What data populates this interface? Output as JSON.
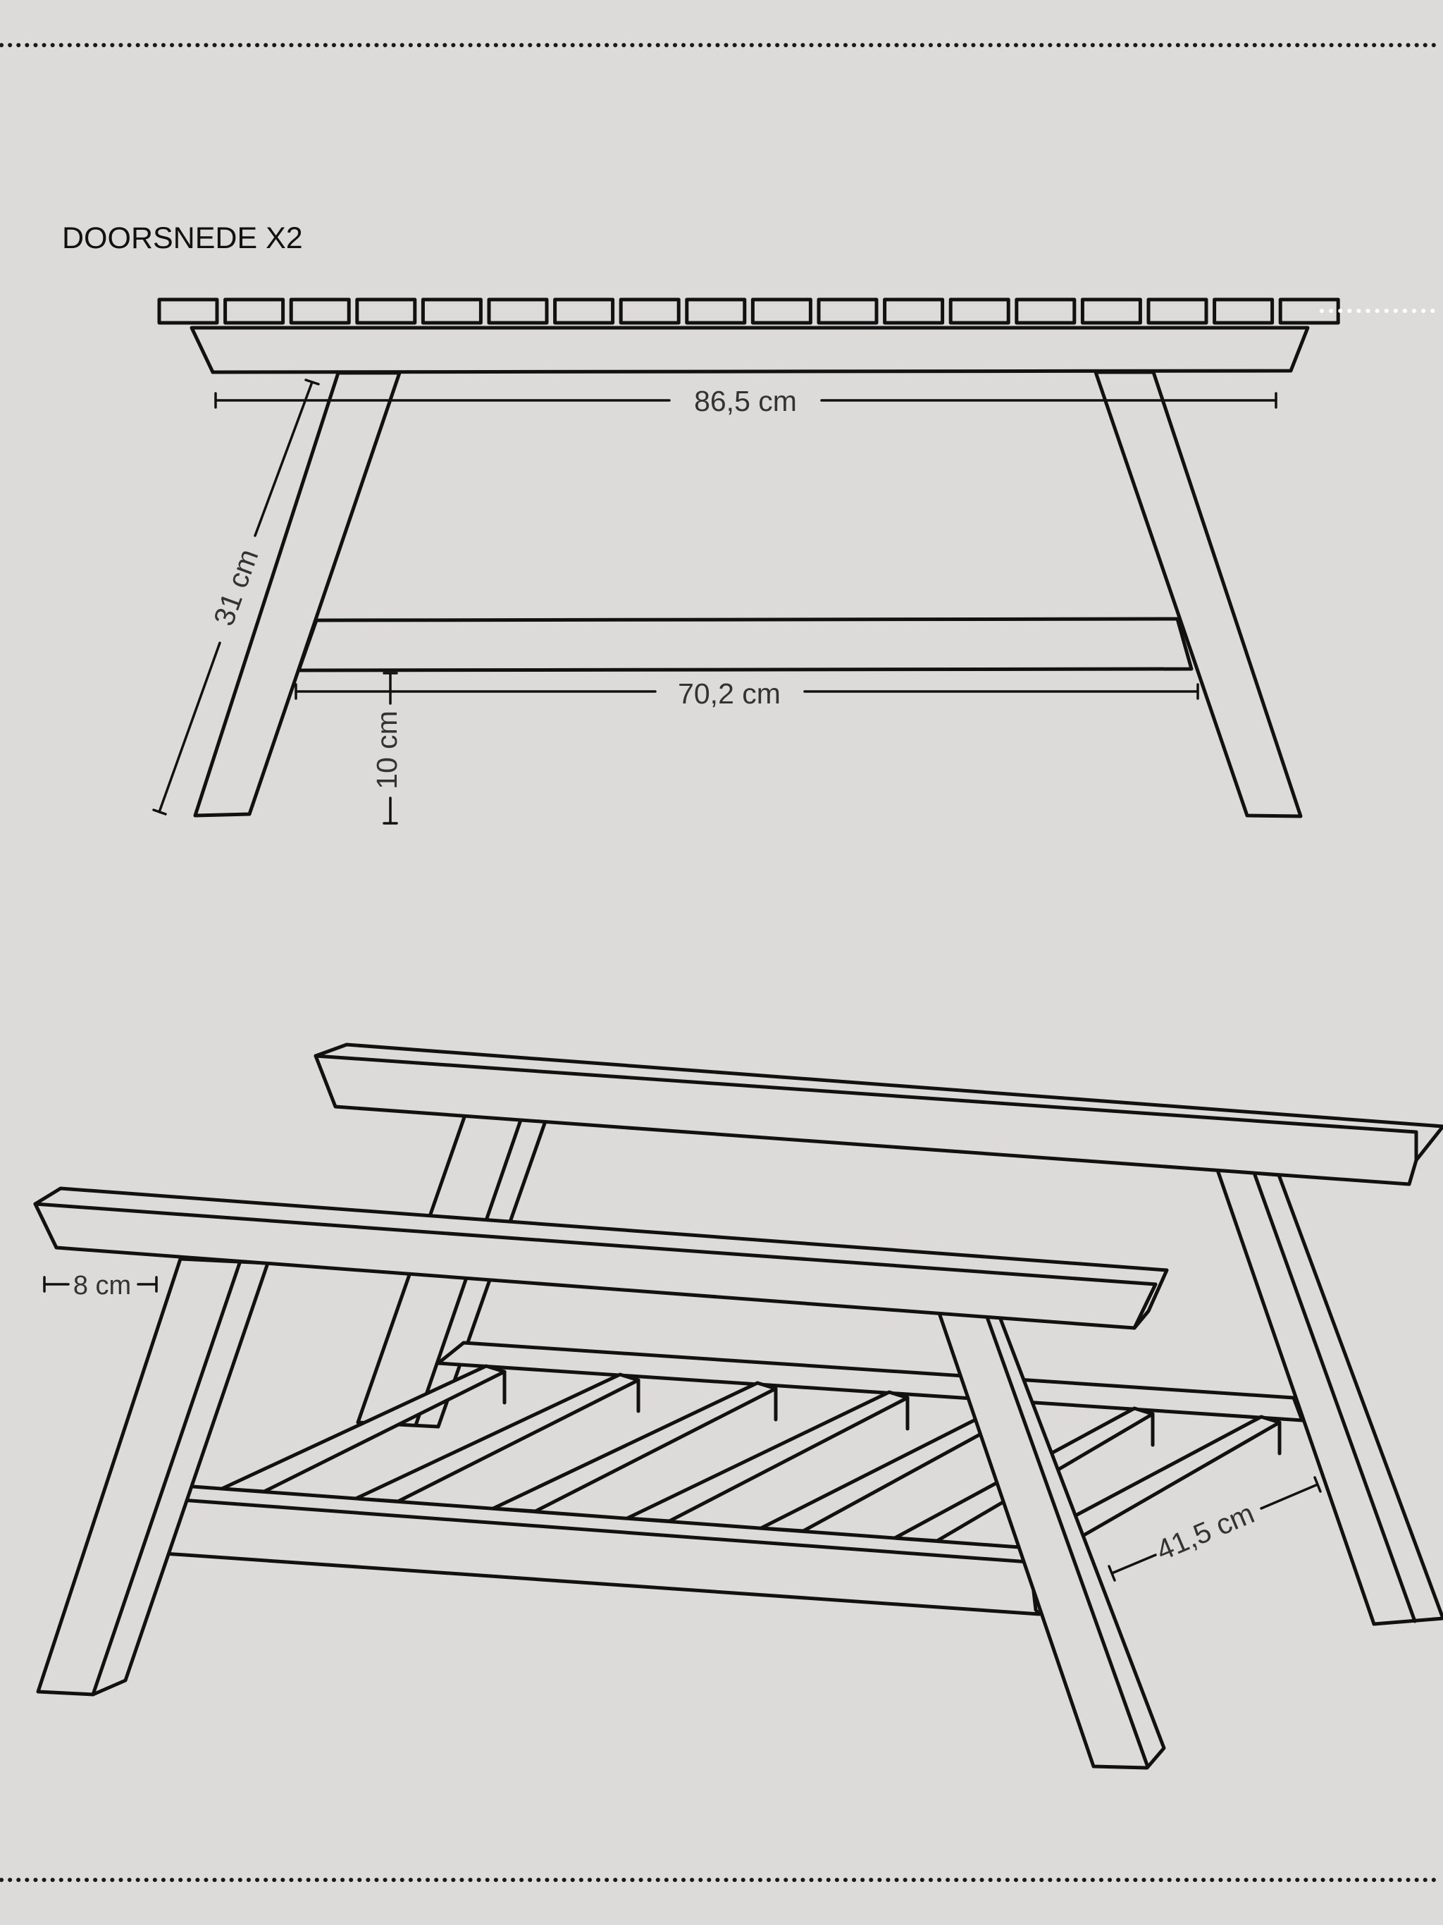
{
  "title": "DOORSNEDE X2",
  "dimensions": {
    "frame_length": "86,5 cm",
    "leg_length": "31 cm",
    "shelf_length": "70,2 cm",
    "shelf_height": "10 cm",
    "rail_width": "8 cm",
    "depth": "41,5 cm"
  },
  "colors": {
    "background": "#dcdbda",
    "line": "#111111",
    "dotted_border": "#1a1a1a",
    "dotted_accent": "#ffffff"
  }
}
